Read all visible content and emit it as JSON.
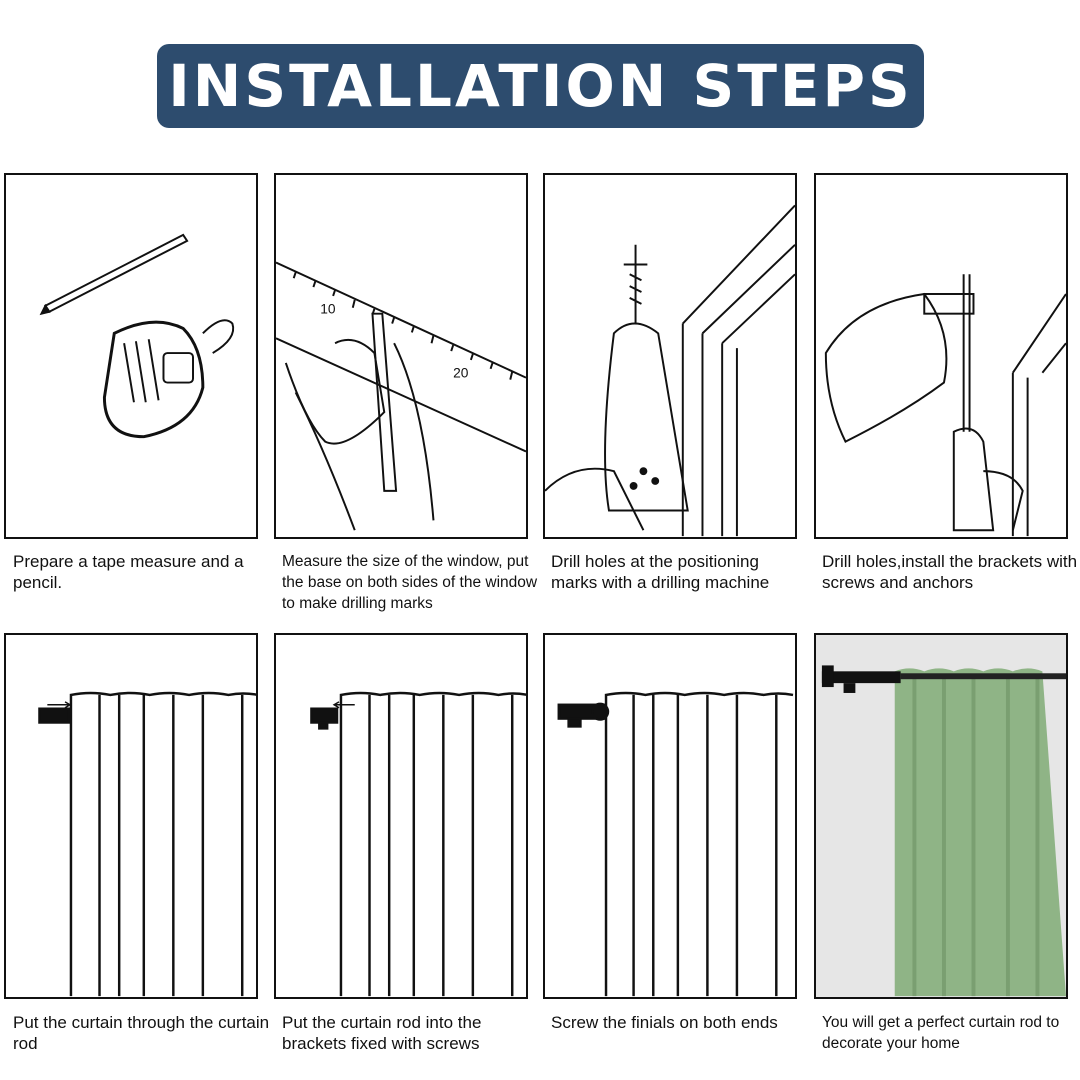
{
  "title": "INSTALLATION STEPS",
  "steps": [
    {
      "caption": "Prepare a tape measure and a pencil."
    },
    {
      "caption": "Measure the size of the window, put the base on both sides of the window to make drilling marks",
      "ruler_labels": [
        "10",
        "20"
      ]
    },
    {
      "caption": "Drill holes at the positioning marks with a drilling machine"
    },
    {
      "caption": "Drill holes,install the brackets with screws and anchors"
    },
    {
      "caption": "Put the curtain through the curtain rod"
    },
    {
      "caption": "Put the curtain rod into the brackets fixed with screws"
    },
    {
      "caption": "Screw the finials on both ends"
    },
    {
      "caption": "You will get a perfect curtain rod to decorate your home"
    }
  ],
  "colors": {
    "banner": "#2d4c6e",
    "curtain": "#8fb486"
  }
}
